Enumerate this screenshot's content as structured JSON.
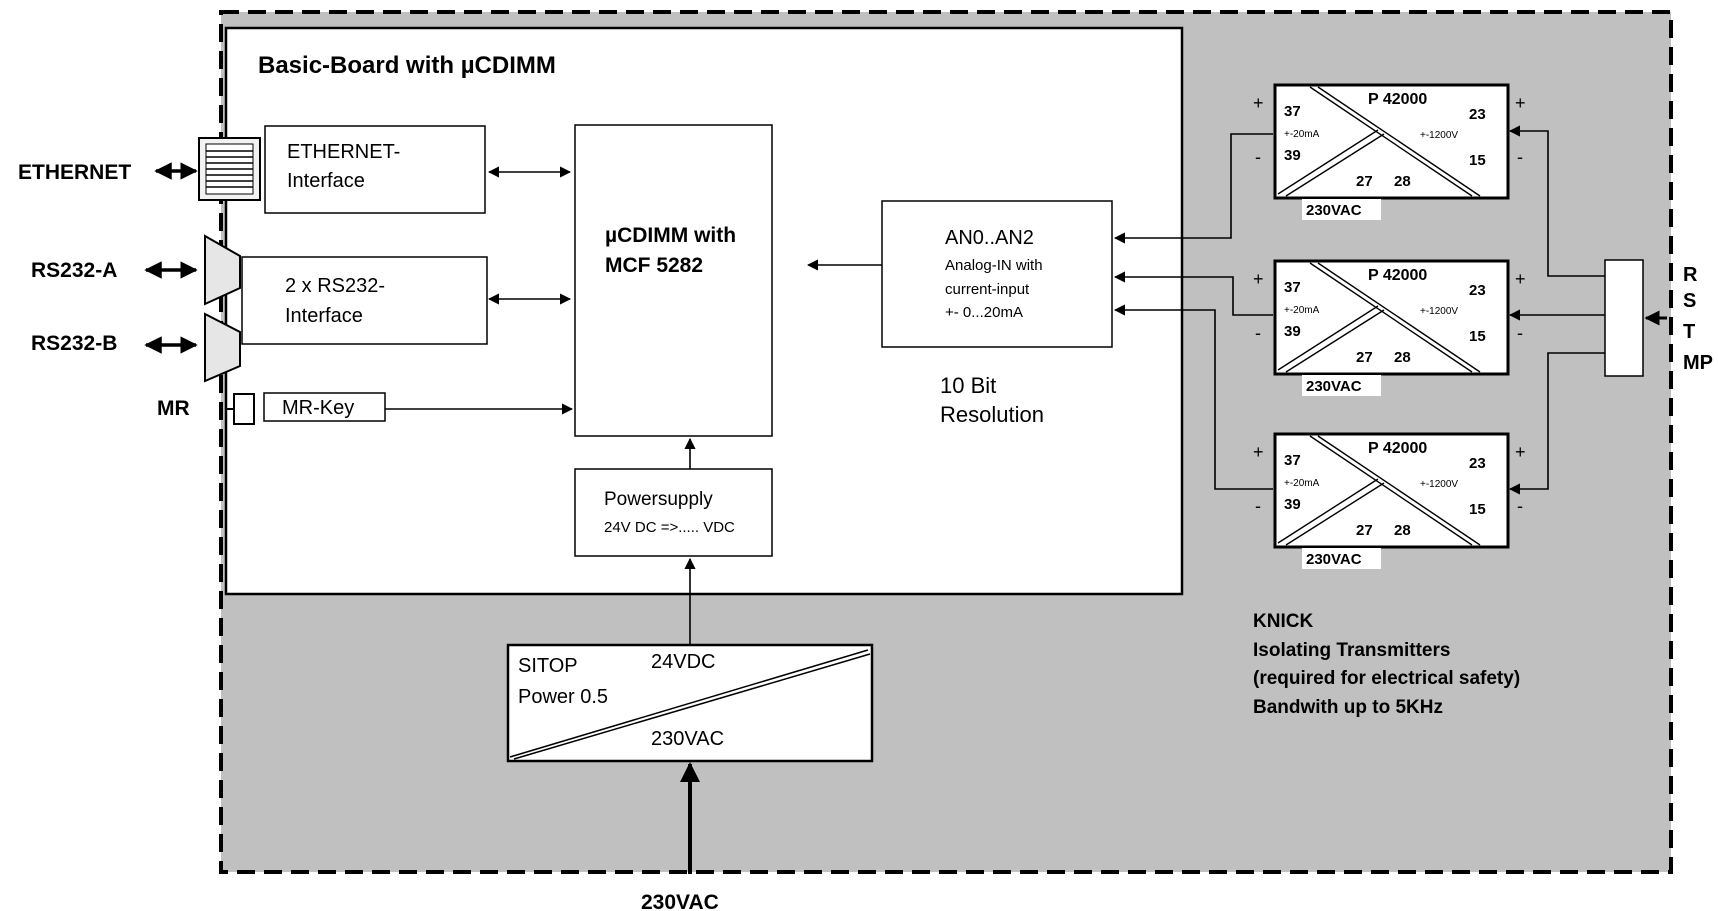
{
  "board": {
    "title": "Basic-Board with µCDIMM"
  },
  "external": {
    "ethernet": "ETHERNET",
    "rs232a": "RS232-A",
    "rs232b": "RS232-B",
    "mr": "MR",
    "mains_bottom": "230VAC",
    "rstmp": [
      "R",
      "S",
      "T",
      "MP"
    ]
  },
  "blocks": {
    "ethernet_if": [
      "ETHERNET-",
      "Interface"
    ],
    "rs232_if": [
      "2 x RS232-",
      "Interface"
    ],
    "mr_key": "MR-Key",
    "cpu": [
      "µCDIMM with",
      "MCF 5282"
    ],
    "analog": [
      "AN0..AN2",
      "Analog-IN with",
      "current-input",
      "+- 0...20mA"
    ],
    "resolution": [
      "10 Bit",
      "Resolution"
    ],
    "psu": [
      "Powersupply",
      "24V DC =>.....  VDC"
    ],
    "sitop": {
      "name": [
        "SITOP",
        "Power 0.5"
      ],
      "out": "24VDC",
      "in": "230VAC"
    }
  },
  "transmitter": {
    "model": "P 42000",
    "pin_in_plus": "37",
    "pin_in_minus": "39",
    "range_in": "+-20mA",
    "pin_out_plus": "23",
    "pin_out_minus": "15",
    "range_out": "+-1200V",
    "pin_a": "27",
    "pin_b": "28",
    "supply": "230VAC",
    "plus": "+",
    "minus": "-"
  },
  "knick": [
    "KNICK",
    "Isolating Transmitters",
    "(required for electrical safety)",
    "Bandwith up to 5KHz"
  ]
}
